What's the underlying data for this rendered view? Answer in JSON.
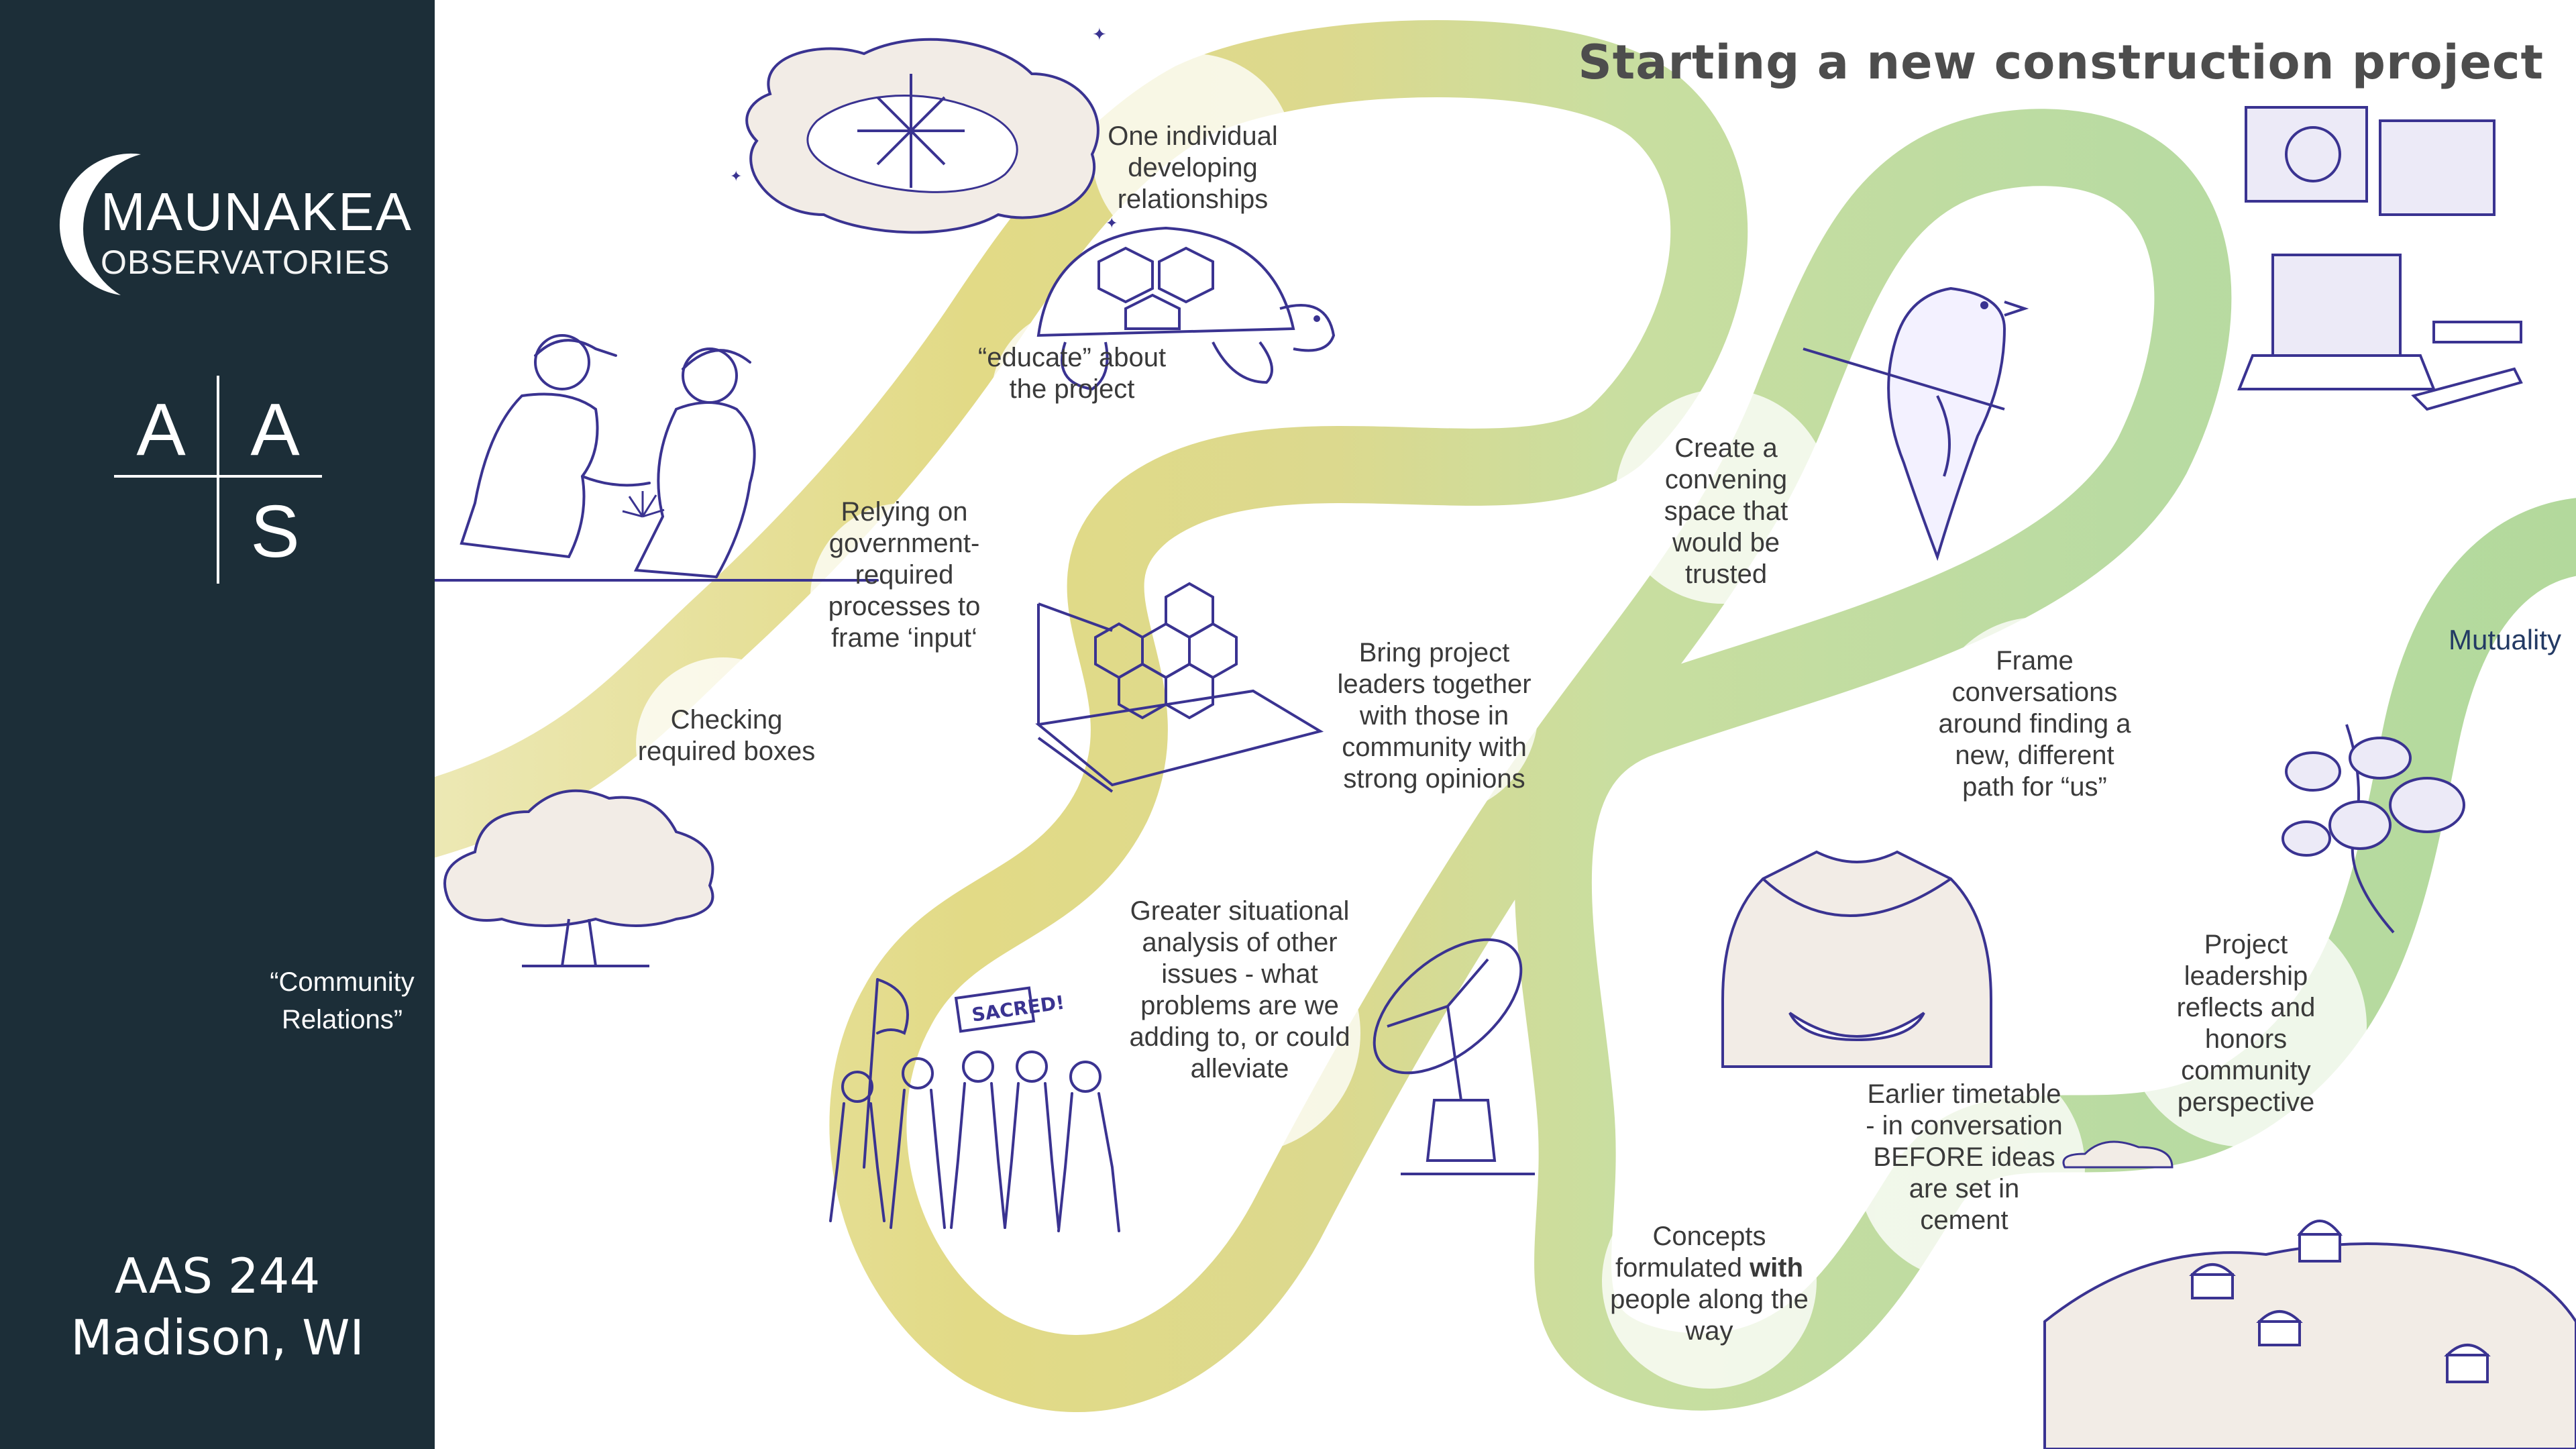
{
  "sidebar": {
    "logo_title": "MAUNAKEA",
    "logo_subtitle": "OBSERVATORIES",
    "aas_letters": [
      "A",
      "A",
      "S"
    ],
    "event_name": "AAS 244",
    "event_location": "Madison, WI",
    "start_label": "“Community Relations”"
  },
  "title": "Starting a new construction project",
  "end_label": "Mutuality",
  "steps": [
    {
      "id": "checking",
      "text": "Checking required boxes"
    },
    {
      "id": "relying",
      "text": "Relying on government-required processes to frame ‘input‘"
    },
    {
      "id": "educate",
      "text": "“educate” about the project"
    },
    {
      "id": "one-individual",
      "text": "One individual developing relationships"
    },
    {
      "id": "bring-leaders",
      "text": "Bring project leaders together with those in community with strong opinions"
    },
    {
      "id": "greater-analysis",
      "text": "Greater situational analysis of other issues - what problems are we adding to, or could alleviate"
    },
    {
      "id": "convening",
      "text": "Create a convening space that would be trusted"
    },
    {
      "id": "concepts",
      "text_before": "Concepts formulated ",
      "text_bold": "with",
      "text_after": " people along the way"
    },
    {
      "id": "frame-conversations",
      "text": "Frame conversations around finding a new, different path for “us”"
    },
    {
      "id": "earlier-timetable",
      "text": "Earlier timetable - in conversation BEFORE ideas are set in cement"
    },
    {
      "id": "project-leadership",
      "text": "Project leadership reflects and honors community perspective"
    }
  ],
  "illustrations": [
    "tree-illustration",
    "two-people-planting-illustration",
    "sky-clouds-star-illustration",
    "turtle-illustration",
    "telescope-mirror-illustration",
    "protesters-illustration",
    "radio-dish-illustration",
    "bird-illustration",
    "kihei-garment-hands-illustration",
    "computer-workstation-illustration",
    "flower-plant-illustration",
    "mountain-observatories-illustration"
  ],
  "colors": {
    "sidebar": "#1c2e38",
    "path_yellow": "#e2da86",
    "path_green": "#bcd9a0",
    "illustration_ink": "#3a3391",
    "title_text": "#4d4d4d"
  }
}
